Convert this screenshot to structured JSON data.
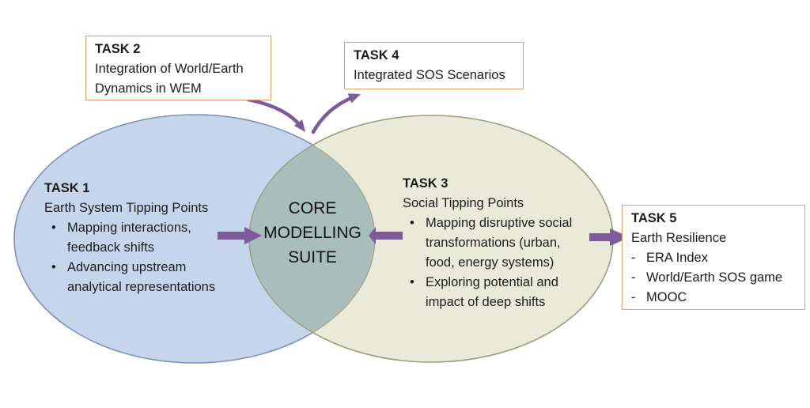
{
  "colors": {
    "left_ellipse_fill": "#c7d5ec",
    "left_ellipse_stroke": "#7d92b3",
    "right_ellipse_fill": "#eaeada",
    "right_ellipse_stroke": "#9c9c7e",
    "overlap_fill": "#a9bdba",
    "arrow_purple": "#7d5b9a",
    "box_border_orange": "#eb9d66",
    "text": "#1c1c1c"
  },
  "venn": {
    "center_label": "CORE\nMODELLING\nSUITE",
    "task1": {
      "title": "TASK 1",
      "subtitle": "Earth System Tipping Points",
      "bullets": [
        {
          "marker": "•",
          "text": "Mapping interactions,\nfeedback shifts"
        },
        {
          "marker": "•",
          "text": "Advancing upstream\nanalytical representations"
        }
      ]
    },
    "task3": {
      "title": "TASK 3",
      "subtitle": "Social Tipping Points",
      "bullets": [
        {
          "marker": "•",
          "text": "Mapping disruptive social\ntransformations (urban,\nfood, energy systems)"
        },
        {
          "marker": "•",
          "text": "Exploring potential and\nimpact of deep shifts"
        }
      ]
    }
  },
  "boxes": {
    "task2": {
      "title": "TASK 2",
      "body": "Integration of World/Earth\nDynamics in WEM"
    },
    "task4": {
      "title": "TASK 4",
      "body": "Integrated SOS Scenarios"
    },
    "task5": {
      "title": "TASK 5",
      "subtitle": "Earth Resilience",
      "items": [
        {
          "marker": "-",
          "text": "ERA Index"
        },
        {
          "marker": "-",
          "text": "World/Earth SOS game"
        },
        {
          "marker": "-",
          "text": "MOOC"
        }
      ]
    }
  }
}
